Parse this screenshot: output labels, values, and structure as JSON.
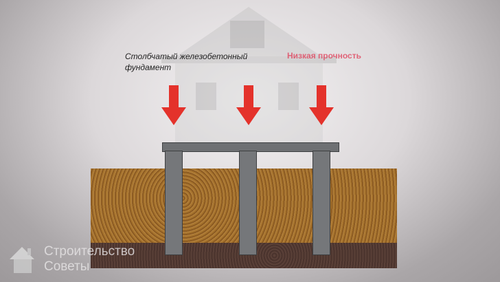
{
  "diagram": {
    "label_line1": "Столбчатый железобетонный",
    "label_line2": "фундамент",
    "warning": "Низкая прочность"
  },
  "logo": {
    "line1": "Строительство",
    "line2": "Советы"
  },
  "colors": {
    "arrow": "#e4322b",
    "soil": "#a7742e",
    "pile": "#75777a",
    "warning": "#e0455e"
  }
}
